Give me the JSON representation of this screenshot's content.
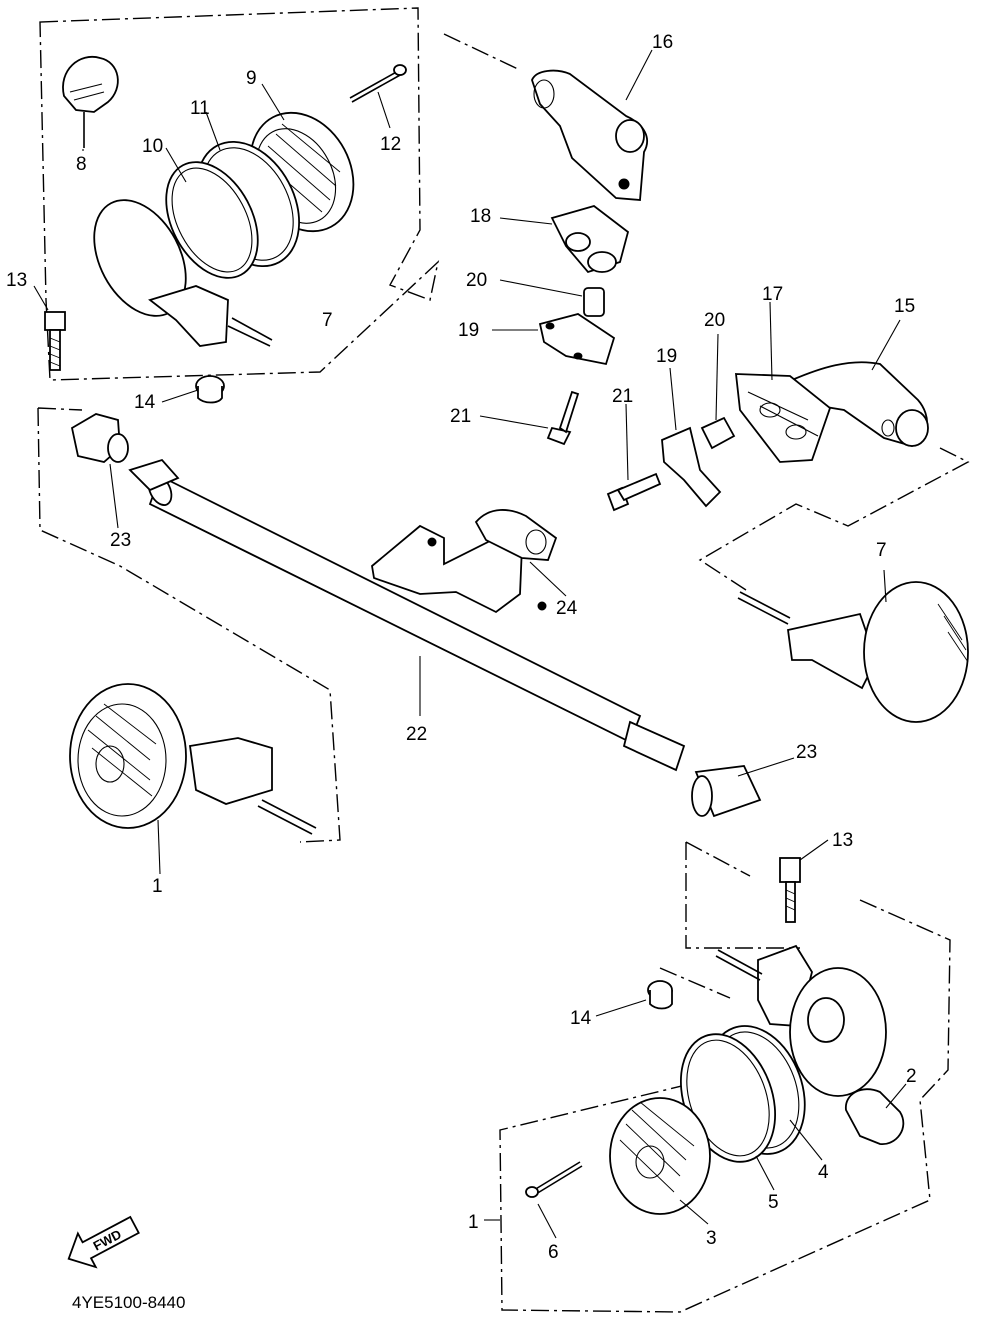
{
  "diagram": {
    "callouts": [
      {
        "id": "c8",
        "text": "8"
      },
      {
        "id": "c9",
        "text": "9"
      },
      {
        "id": "c10",
        "text": "10"
      },
      {
        "id": "c11",
        "text": "11"
      },
      {
        "id": "c12",
        "text": "12"
      },
      {
        "id": "c13a",
        "text": "13"
      },
      {
        "id": "c7a",
        "text": "7"
      },
      {
        "id": "c14a",
        "text": "14"
      },
      {
        "id": "c16",
        "text": "16"
      },
      {
        "id": "c18",
        "text": "18"
      },
      {
        "id": "c20a",
        "text": "20"
      },
      {
        "id": "c19a",
        "text": "19"
      },
      {
        "id": "c21a",
        "text": "21"
      },
      {
        "id": "c17",
        "text": "17"
      },
      {
        "id": "c15",
        "text": "15"
      },
      {
        "id": "c20b",
        "text": "20"
      },
      {
        "id": "c19b",
        "text": "19"
      },
      {
        "id": "c21b",
        "text": "21"
      },
      {
        "id": "c23a",
        "text": "23"
      },
      {
        "id": "c24",
        "text": "24"
      },
      {
        "id": "c7b",
        "text": "7"
      },
      {
        "id": "c22",
        "text": "22"
      },
      {
        "id": "c23b",
        "text": "23"
      },
      {
        "id": "c1a",
        "text": "1"
      },
      {
        "id": "c13b",
        "text": "13"
      },
      {
        "id": "c14b",
        "text": "14"
      },
      {
        "id": "c2",
        "text": "2"
      },
      {
        "id": "c4",
        "text": "4"
      },
      {
        "id": "c5",
        "text": "5"
      },
      {
        "id": "c1b",
        "text": "1"
      },
      {
        "id": "c6",
        "text": "6"
      },
      {
        "id": "c3",
        "text": "3"
      }
    ],
    "direction_label": "FWD",
    "part_code": "4YE5100-8440"
  }
}
